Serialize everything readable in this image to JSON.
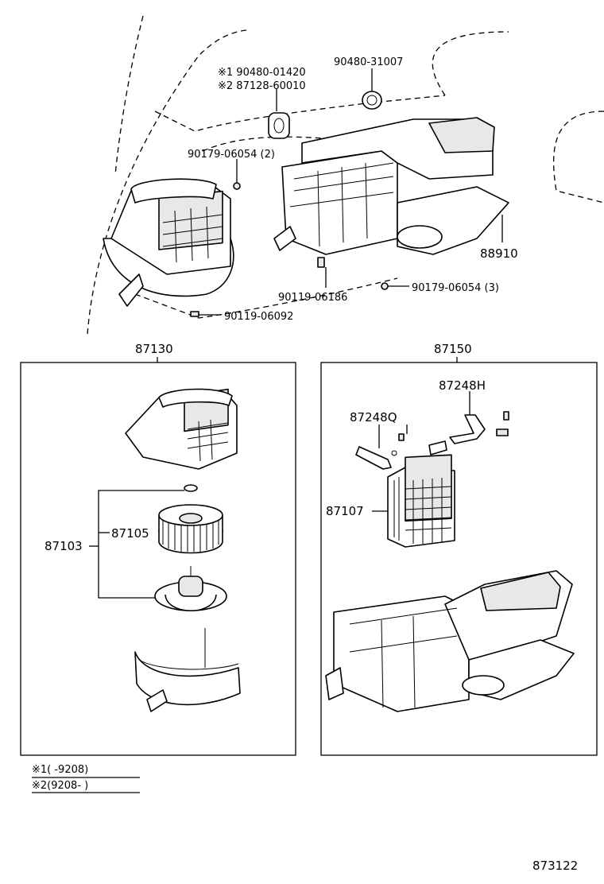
{
  "top_labels": {
    "grommet_note1": "※1 90480-01420",
    "grommet_note2": "※2 87128-60010",
    "plug": "90480-31007",
    "clip_top": "90179-06054 (2)",
    "duct": "88910",
    "screw_mid": "90119-06186",
    "clip_right": "90179-06054 (3)",
    "screw_bottom": "90119-06092"
  },
  "left_box": {
    "title": "87130",
    "sub_assembly": "87103",
    "fan": "87105"
  },
  "right_box": {
    "title": "87150",
    "hose_h": "87248H",
    "hose_q": "87248Q",
    "core": "87107"
  },
  "legend": {
    "line1": "※1(      -9208)",
    "line2": "※2(9208-       )"
  },
  "figure_number": "873122"
}
